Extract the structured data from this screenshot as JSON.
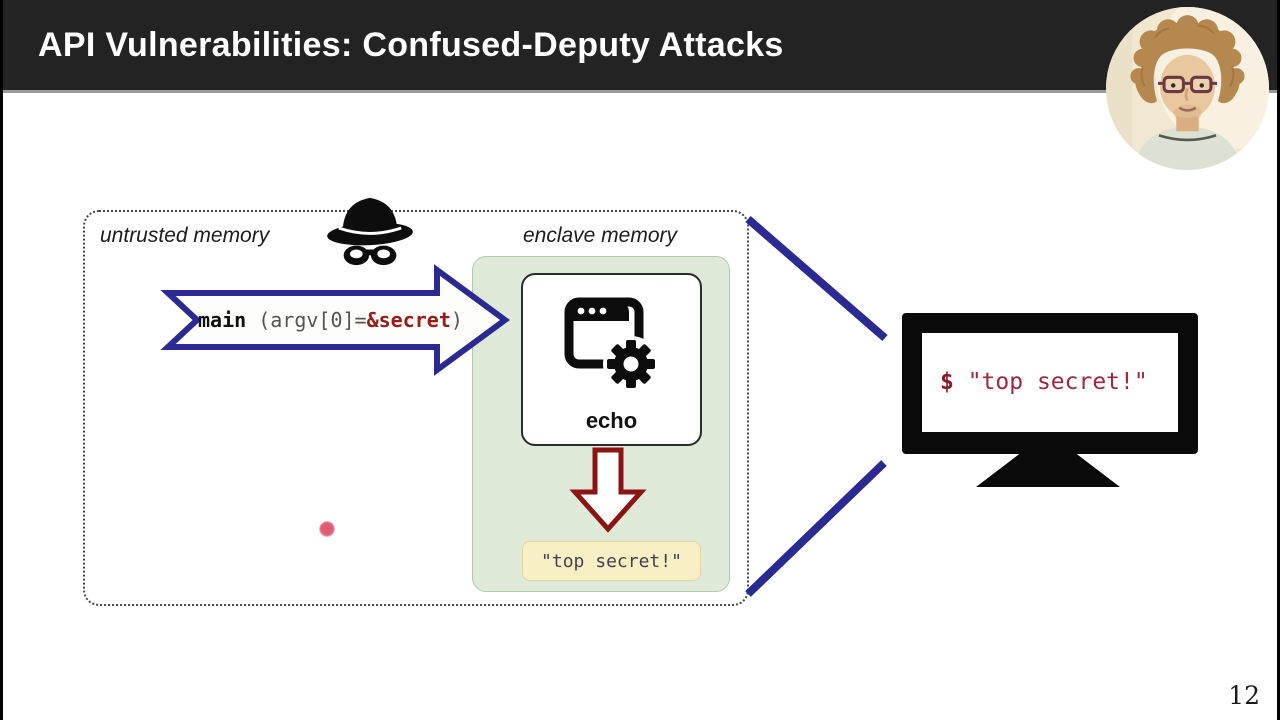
{
  "header": {
    "title": "API Vulnerabilities: Confused-Deputy Attacks"
  },
  "labels": {
    "untrusted": "untrusted memory",
    "enclave": "enclave memory"
  },
  "call_arrow": {
    "fn": "main",
    "args_open": " (argv[0]=",
    "secret_ref": "&secret",
    "args_close": ")"
  },
  "enclave": {
    "app_label": "echo",
    "secret_value": "\"top secret!\""
  },
  "terminal": {
    "prompt": "$",
    "output": " \"top secret!\""
  },
  "page_number": "12",
  "icons": {
    "spy": "attacker spy hat and mask",
    "app": "application window with gear",
    "monitor": "terminal monitor",
    "webcam": "presenter webcam feed"
  },
  "colors": {
    "header_bg": "#232323",
    "accent_blue": "#2a2a92",
    "accent_dark_red": "#8c1414",
    "secret_text_red": "#9b1a1a",
    "terminal_red": "#a02840",
    "enclave_green_fill": "#dfead9",
    "secret_yellow_fill": "#f8efc4"
  }
}
